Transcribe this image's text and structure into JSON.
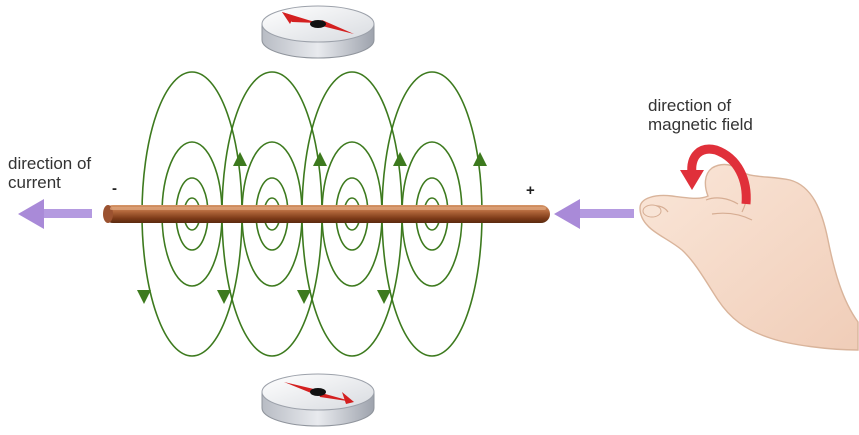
{
  "labels": {
    "current_line1": "direction of",
    "current_line2": "current",
    "field_line1": "direction of",
    "field_line2": "magnetic field",
    "minus_sign": "-",
    "plus_sign": "+"
  },
  "colors": {
    "field_line": "#3d7a1e",
    "arrow_head": "#3d7a1e",
    "wire_top": "#c07a4a",
    "wire_mid": "#8a4420",
    "wire_dark": "#5a2a10",
    "flow_arrow": "#a98ad8",
    "compass_needle_north": "#d42020",
    "rotation_arrow": "#e0303a",
    "skin": "#f6dccb",
    "skin_outline": "#d9b49b"
  },
  "icons": {
    "top_compass": "compass-icon",
    "bottom_compass": "compass-icon",
    "hand": "right-hand-thumb-icon",
    "rotation": "curved-arrow-icon"
  }
}
